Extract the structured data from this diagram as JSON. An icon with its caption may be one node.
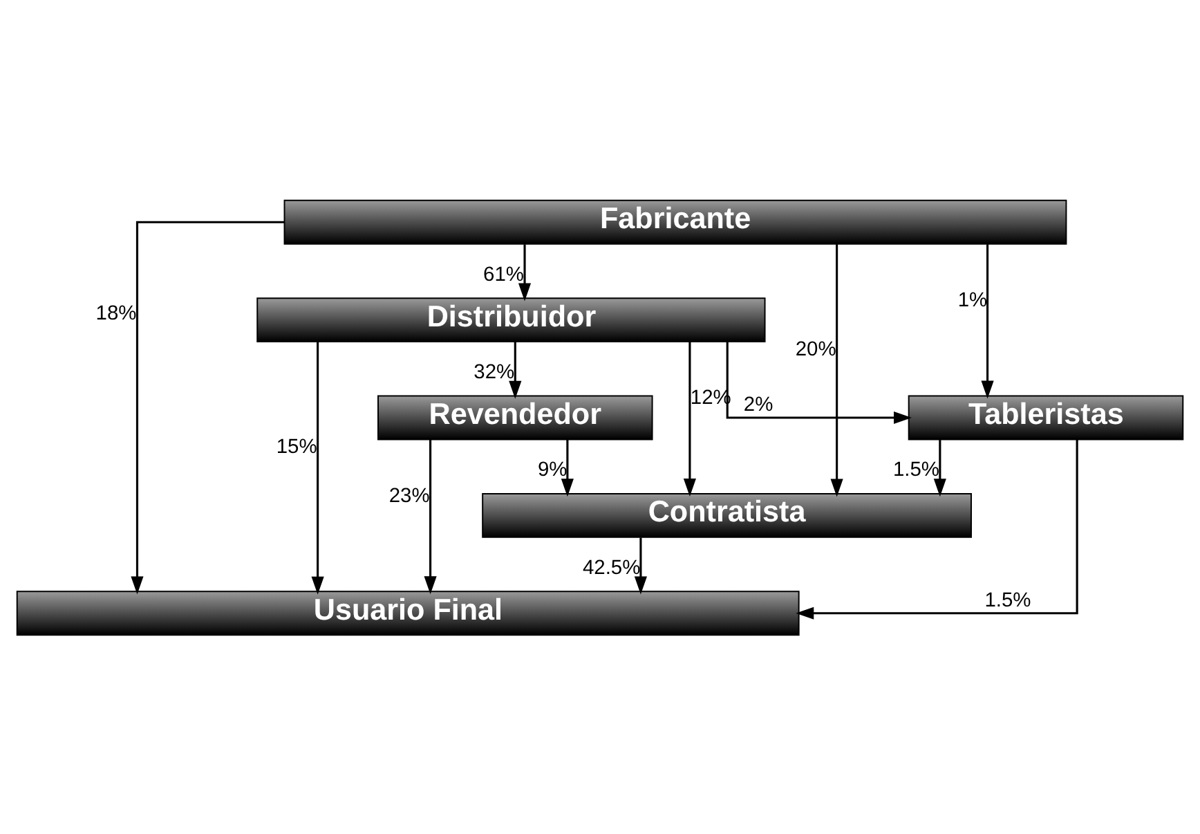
{
  "diagram": {
    "nodes": [
      {
        "text": [
          "Fabricante"
        ]
      },
      {
        "text": [
          "Distribuidor"
        ]
      },
      {
        "text": [
          "Revendedor"
        ]
      },
      {
        "text": [
          "Tableristas"
        ]
      },
      {
        "text": [
          "Contratista"
        ]
      },
      {
        "text": [
          "Usuario Final"
        ]
      }
    ],
    "edges": [
      {
        "from": 0,
        "to": 1,
        "arrow": "to",
        "label": "61%"
      },
      {
        "from": 0,
        "to": 3,
        "arrow": "to",
        "label": "1%"
      },
      {
        "from": 0,
        "to": 4,
        "arrow": "to",
        "label": "20%"
      },
      {
        "from": 0,
        "to": 5,
        "arrow": "to",
        "label": "18%"
      },
      {
        "from": 1,
        "to": 2,
        "arrow": "to",
        "label": "32%"
      },
      {
        "from": 1,
        "to": 3,
        "arrow": "to",
        "label": "2%"
      },
      {
        "from": 1,
        "to": 4,
        "arrow": "to",
        "label": "12%"
      },
      {
        "from": 1,
        "to": 5,
        "arrow": "to",
        "label": "15%"
      },
      {
        "from": 2,
        "to": 4,
        "arrow": "to",
        "label": "9%"
      },
      {
        "from": 2,
        "to": 5,
        "arrow": "to",
        "label": "23%"
      },
      {
        "from": 3,
        "to": 4,
        "arrow": "to",
        "label": "1.5%"
      },
      {
        "from": 3,
        "to": 5,
        "arrow": "to",
        "label": "1.5%"
      },
      {
        "from": 4,
        "to": 5,
        "arrow": "to",
        "label": "42.5%"
      }
    ]
  }
}
